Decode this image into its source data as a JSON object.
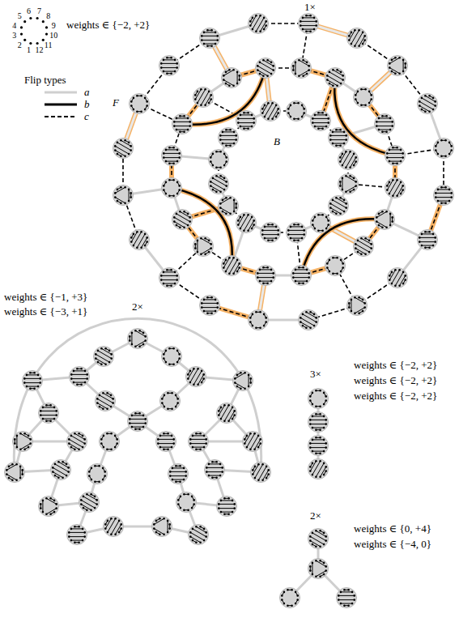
{
  "diagram": {
    "labels": [
      "1",
      "2",
      "3",
      "4",
      "5",
      "6",
      "7",
      "8",
      "9",
      "10",
      "11",
      "12",
      "weights ∈ {−2, +2}",
      "1×",
      "F",
      "B",
      "Flip types",
      "2×",
      "weights ∈ {−1, +3}",
      "weights ∈ {−3, +1}",
      "3×",
      "weights ∈ {−2, +2}",
      "weights ∈ {−2, +2}",
      "weights ∈ {−2, +2}",
      "2×",
      "weights ∈ {0, +4}",
      "weights ∈ {−4, 0}"
    ],
    "legend": [
      {
        "text": "a"
      },
      {
        "text": "b"
      },
      {
        "text": "c"
      }
    ]
  }
}
